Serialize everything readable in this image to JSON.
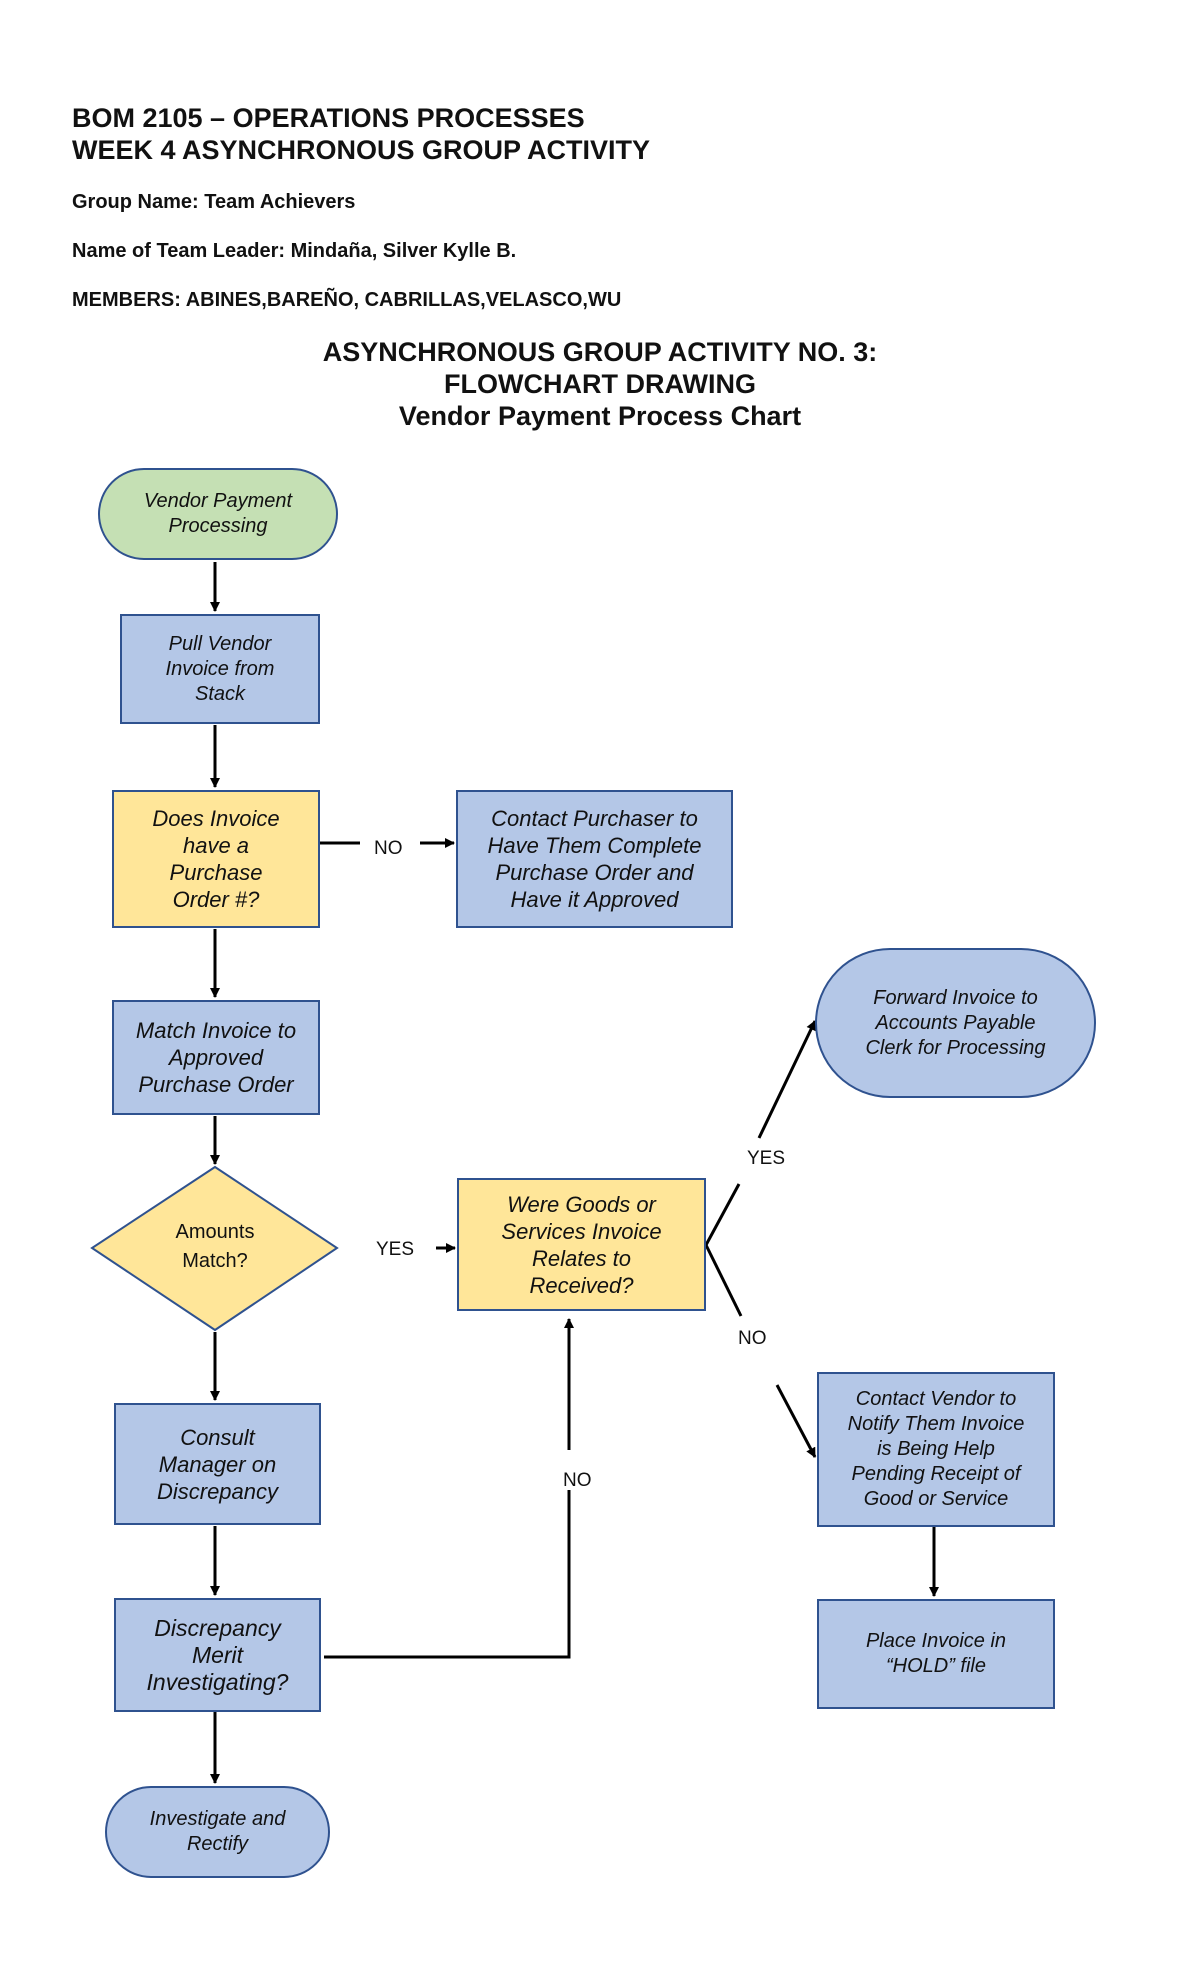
{
  "header": {
    "course": "BOM 2105 – OPERATIONS PROCESSES",
    "activity": "WEEK 4 ASYNCHRONOUS GROUP ACTIVITY",
    "group_name": "Group Name: Team Achievers",
    "team_leader": "Name of Team Leader: Mindaña, Silver Kylle B.",
    "members": "MEMBERS: ABINES,BAREÑO, CABRILLAS,VELASCO,WU"
  },
  "title": {
    "line1": "ASYNCHRONOUS GROUP ACTIVITY NO. 3:",
    "line2": "FLOWCHART DRAWING",
    "line3": "Vendor Payment Process Chart"
  },
  "flowchart": {
    "nodes": {
      "start": "Vendor Payment\nProcessing",
      "pull_invoice": "Pull Vendor\nInvoice from\nStack",
      "has_po": "Does Invoice\nhave a\nPurchase\nOrder #?",
      "contact_purchaser": "Contact Purchaser to\nHave Them Complete\nPurchase Order and\nHave it Approved",
      "match_invoice": "Match Invoice to\nApproved\nPurchase Order",
      "amounts_match": "Amounts\nMatch?",
      "goods_received": "Were Goods or\nServices Invoice\nRelates to\nReceived?",
      "forward_invoice": "Forward Invoice to\nAccounts Payable\nClerk for Processing",
      "contact_vendor": "Contact Vendor to\nNotify Them Invoice\nis Being Help\nPending Receipt of\nGood or Service",
      "consult_manager": "Consult\nManager on\nDiscrepancy",
      "discrepancy_merit": "Discrepancy\nMerit\nInvestigating?",
      "place_hold": "Place Invoice in\n“HOLD” file",
      "investigate": "Investigate and\nRectify"
    },
    "edge_labels": {
      "po_no": "NO",
      "amounts_yes": "YES",
      "goods_yes": "YES",
      "goods_no": "NO",
      "merit_no": "NO"
    },
    "colors": {
      "process": "#b4c7e7",
      "decision": "#ffe699",
      "start": "#c5e0b4",
      "border": "#2f528f"
    }
  }
}
